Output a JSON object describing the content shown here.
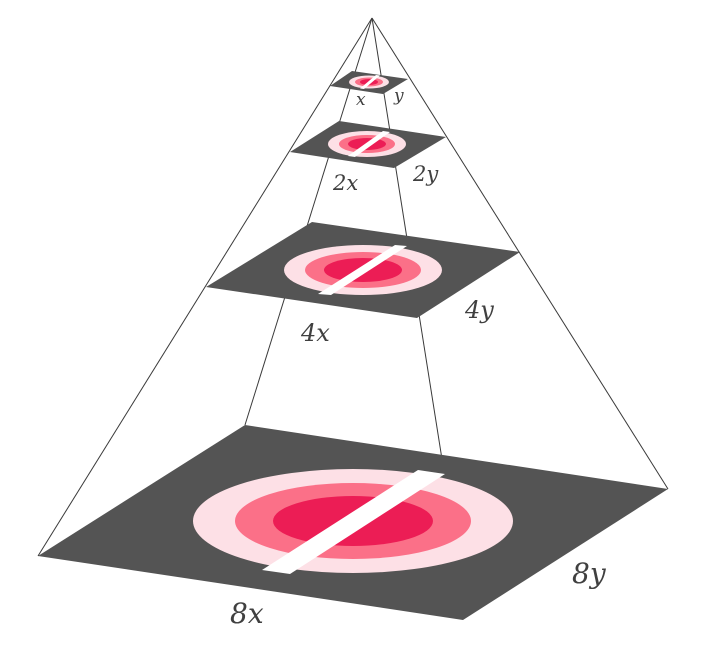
{
  "levels": [
    {
      "id": "level-1",
      "label_x": "x",
      "label_y": "y"
    },
    {
      "id": "level-2",
      "label_x": "2x",
      "label_y": "2y"
    },
    {
      "id": "level-3",
      "label_x": "4x",
      "label_y": "4y"
    },
    {
      "id": "level-4",
      "label_x": "8x",
      "label_y": "8y"
    }
  ],
  "colors": {
    "plane": "#545454",
    "ring_outer": "#fde0e6",
    "ring_middle": "#fb7088",
    "core": "#ec1d55",
    "bar": "#ffffff",
    "edge": "#3a3a3a",
    "label": "#404040"
  }
}
